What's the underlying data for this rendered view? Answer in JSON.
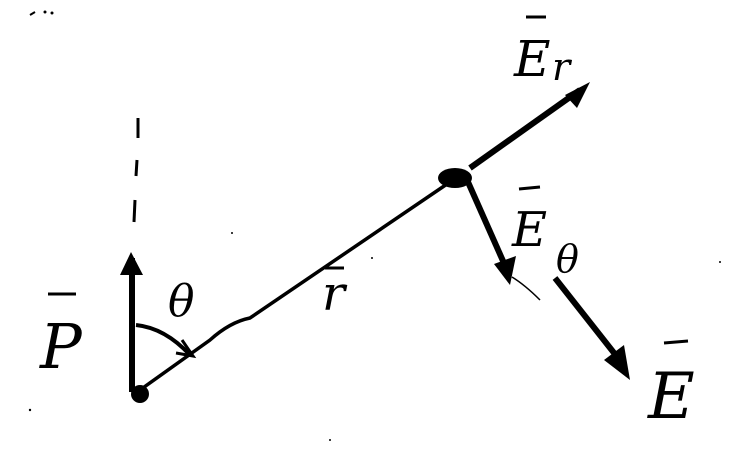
{
  "labels": {
    "dipole_moment": "P",
    "angle": "θ",
    "position_vector": "r",
    "radial_field": "E",
    "radial_field_subscript": "r",
    "polar_field": "E",
    "polar_field_subscript": "θ",
    "total_field": "E"
  },
  "colors": {
    "ink": "#000000",
    "background": "#ffffff"
  }
}
